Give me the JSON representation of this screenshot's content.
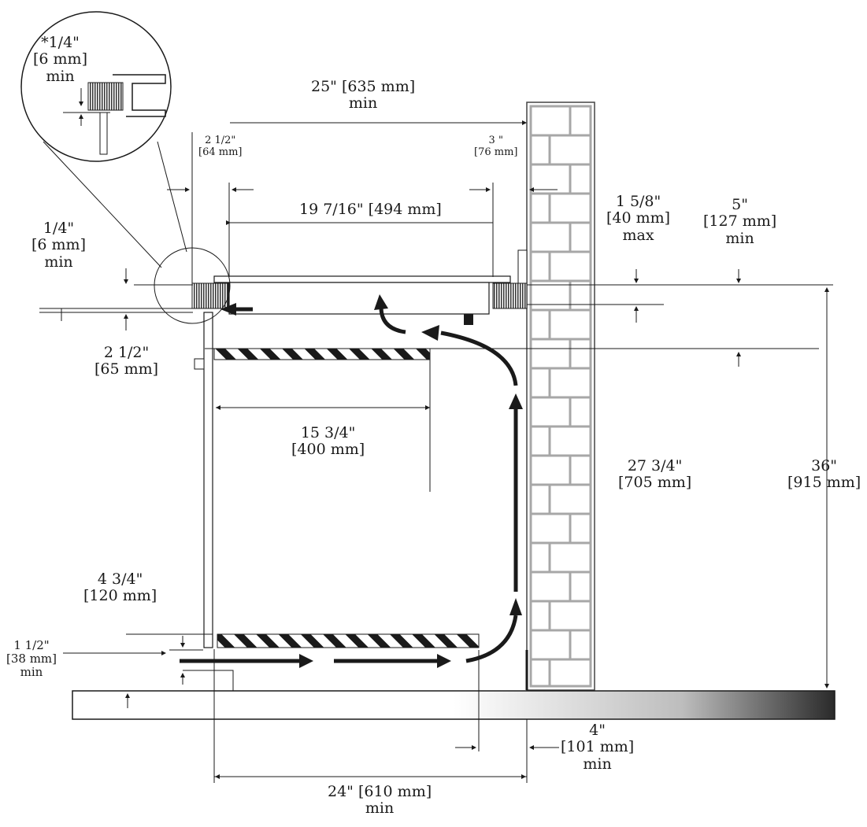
{
  "labels": {
    "detail_gap": [
      "*1/4\"",
      "[6 mm]",
      "min"
    ],
    "depth_min": [
      "25\" [635 mm]",
      "min"
    ],
    "left_offset": [
      "2 1/2\"",
      "[64 mm]"
    ],
    "right_offset": [
      "3 \"",
      "[76 mm]"
    ],
    "cooktop_width": "19 7/16\" [494 mm]",
    "countertop_gap": [
      "1/4\"",
      "[6 mm]",
      "min"
    ],
    "counter_thickness": [
      "1 5/8\"",
      "[40 mm]",
      "max"
    ],
    "top_clearance": [
      "5\"",
      "[127 mm]",
      "min"
    ],
    "shelf_drop": [
      "2 1/2\"",
      "[65 mm]"
    ],
    "shelf_depth": [
      "15 3/4\"",
      "[400 mm]"
    ],
    "cabinet_height": [
      "27 3/4\"",
      "[705 mm]"
    ],
    "counter_height": [
      "36\"",
      "[915 mm]"
    ],
    "bottom_panel": [
      "4 3/4\"",
      "[120 mm]"
    ],
    "floor_gap": [
      "1 1/2\"",
      "[38 mm]",
      "min"
    ],
    "wall_gap": [
      "4\"",
      "[101 mm]",
      "min"
    ],
    "cabinet_depth": [
      "24\" [610 mm]",
      "min"
    ]
  },
  "colors": {
    "ink": "#1a1a1a",
    "brick_mortar": "#a7a7a7",
    "floor_shade": "#2a2a2a"
  }
}
